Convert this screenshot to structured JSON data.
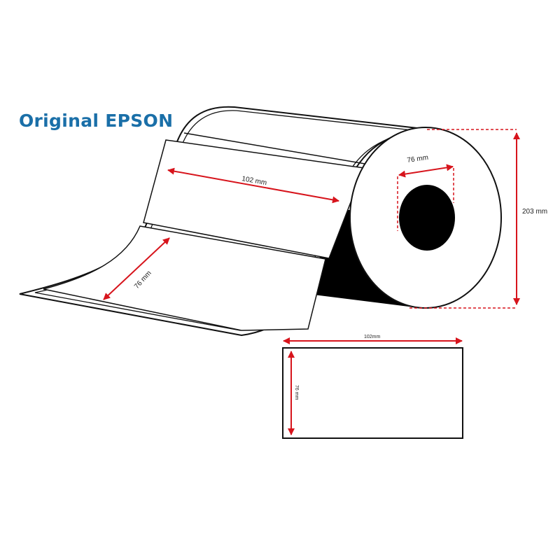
{
  "brand": "Original EPSON",
  "colors": {
    "brand": "#1a6fa8",
    "dimension": "#d7141c",
    "outline": "#111111"
  },
  "roll": {
    "label_width": "102 mm",
    "label_height": "76 mm",
    "core_diameter": "76 mm",
    "outer_diameter": "203 mm"
  },
  "label_detail": {
    "width": "102mm",
    "height": "76 mm"
  }
}
